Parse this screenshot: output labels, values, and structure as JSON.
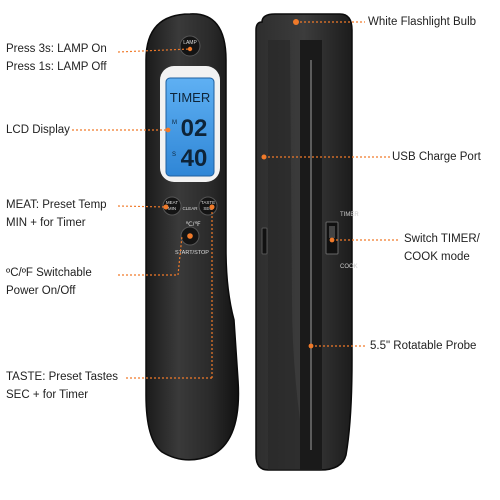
{
  "labels": {
    "lamp_line1": "Press 3s: LAMP On",
    "lamp_line2": "Press 1s: LAMP Off",
    "lcd": "LCD Display",
    "meat_line1": "MEAT: Preset Temp",
    "meat_line2": "MIN + for Timer",
    "power_line1": "ºC/ºF Switchable",
    "power_line2": "Power On/Off",
    "taste_line1": "TASTE: Preset Tastes",
    "taste_line2": "SEC + for Timer",
    "flashlight": "White Flashlight Bulb",
    "usb": "USB Charge Port",
    "switch_line1": "Switch TIMER/",
    "switch_line2": "COOK mode",
    "probe": "5.5\" Rotatable Probe"
  },
  "device": {
    "lamp_button": "LAMP",
    "lcd_title": "TIMER",
    "lcd_min": "02",
    "lcd_sec": "40",
    "lcd_small_m": "M",
    "lcd_small_s": "S",
    "meat_button_a": "MEAT",
    "meat_button_b": "MIN",
    "clear_label": "CLEAR",
    "taste_button_a": "TASTE",
    "taste_button_b": "SEC",
    "unit_label": "℃/℉",
    "start_stop": "START/STOP",
    "side_timer": "TIMER",
    "side_cook": "COOK"
  },
  "colors": {
    "accent": "#f07a2a",
    "lcd_blue": "#3d9ae8",
    "body_dark": "#2b2b2b",
    "body_edge": "#111111"
  }
}
